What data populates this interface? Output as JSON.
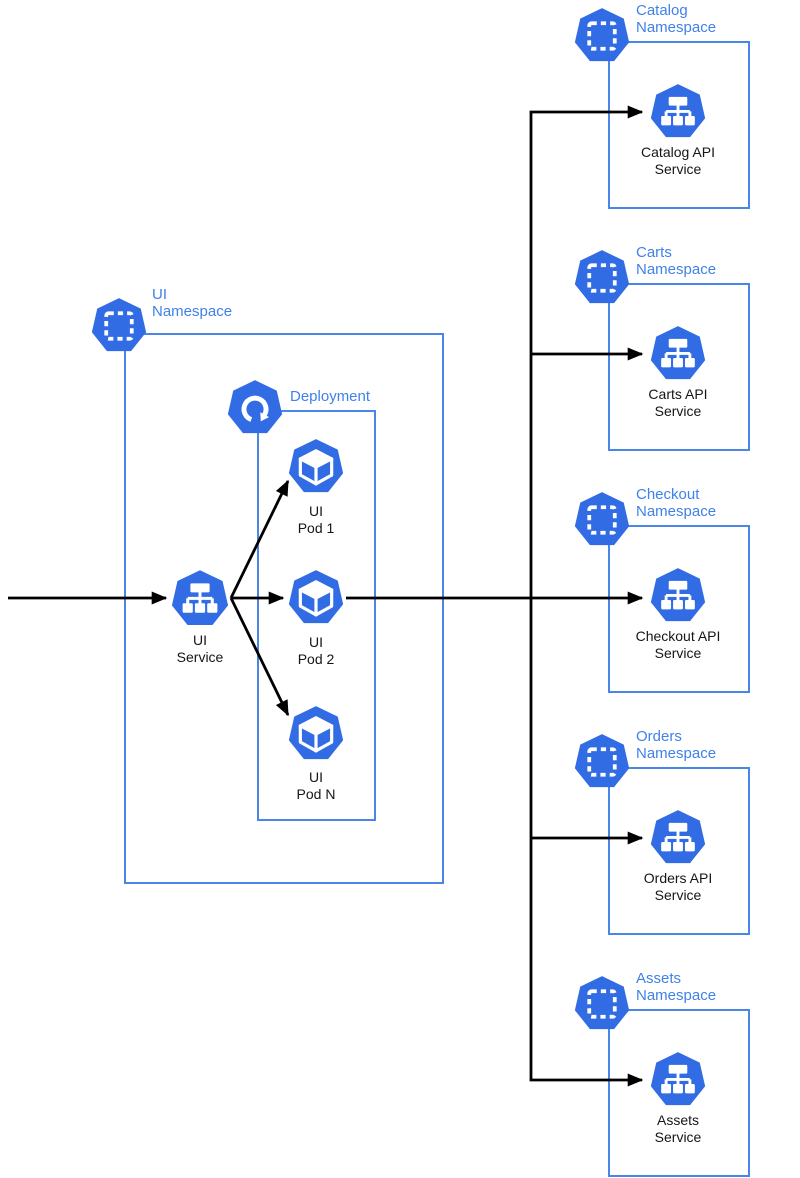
{
  "title": "Kubernetes UI and API namespaces architecture diagram",
  "colors": {
    "k8s_icon_blue": "#326CE5",
    "box_border_blue": "#4a86e8",
    "label_blue": "#4081ea",
    "node_text_black": "#161616",
    "arrow_black": "#000000",
    "background": "#ffffff",
    "icon_glyph_white": "#ffffff"
  },
  "ui_namespace": {
    "label": "UI\nNamespace",
    "service_label": "UI\nService",
    "deployment": {
      "label": "Deployment",
      "pods": [
        "UI\nPod 1",
        "UI\nPod 2",
        "UI\nPod N"
      ]
    }
  },
  "namespaces": [
    {
      "label": "Catalog\nNamespace",
      "service_label": "Catalog API\nService"
    },
    {
      "label": "Carts\nNamespace",
      "service_label": "Carts API\nService"
    },
    {
      "label": "Checkout\nNamespace",
      "service_label": "Checkout API\nService"
    },
    {
      "label": "Orders\nNamespace",
      "service_label": "Orders API\nService"
    },
    {
      "label": "Assets\nNamespace",
      "service_label": "Assets\nService"
    }
  ],
  "icons": {
    "namespace": "namespace-icon (heptagon with dashed square)",
    "service": "service-icon (heptagon with node tree)",
    "pod": "pod-icon (heptagon with cube)",
    "deployment": "deployment-icon (heptagon with circular arrow)"
  }
}
